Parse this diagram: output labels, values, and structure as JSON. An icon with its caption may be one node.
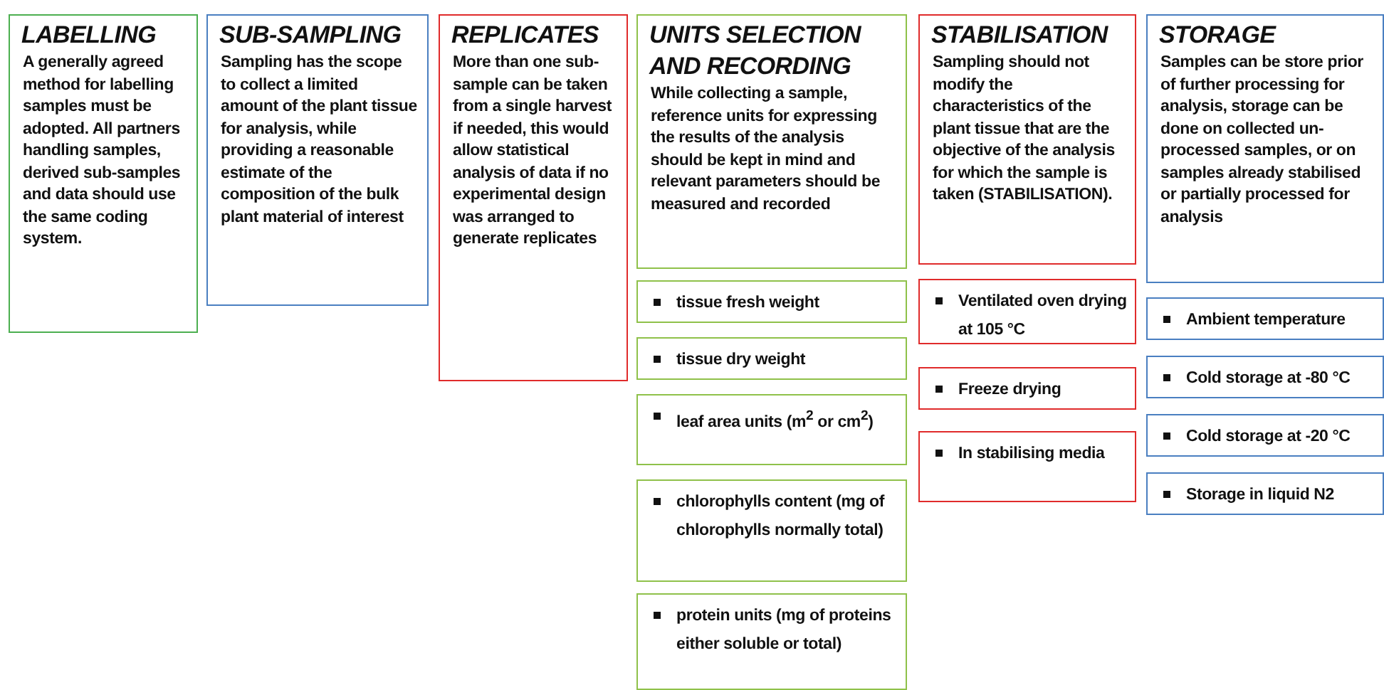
{
  "diagram": {
    "nodes": [
      {
        "text": [
          "LABELLING",
          "A generally agreed method for labelling samples must be adopted. All partners handling samples, derived sub-samples and data should use the same coding system."
        ]
      },
      {
        "text": [
          "SUB-SAMPLING",
          "Sampling has the scope to collect a limited amount of the plant tissue for analysis, while providing a reasonable estimate of the composition of the bulk plant material of interest"
        ]
      },
      {
        "text": [
          "REPLICATES",
          "More than one sub-sample can be taken from a single harvest if needed, this would allow statistical analysis of data if no experimental design was arranged to generate replicates"
        ]
      },
      {
        "text": [
          "UNITS SELECTION AND RECORDING",
          "While collecting a sample, reference units for expressing the results of the analysis should be kept in mind and relevant parameters should be measured and recorded"
        ]
      },
      {
        "text": [
          "STABILISATION",
          "Sampling should not modify the characteristics of the plant tissue that are the objective of the analysis for which the sample is taken (STABILISATION)."
        ]
      },
      {
        "text": [
          "STORAGE",
          "Samples can be store prior of further processing for analysis, storage can be done on collected un-processed samples, or on samples already stabilised or partially processed for analysis"
        ]
      },
      {
        "text": [
          "tissue fresh weight"
        ]
      },
      {
        "text": [
          "tissue dry weight"
        ]
      },
      {
        "text": [
          "leaf area units (m$^{2}$ or cm$^{2}$)"
        ]
      },
      {
        "text": [
          "chlorophylls content (mg of chlorophylls normally total)"
        ]
      },
      {
        "text": [
          "protein units (mg of proteins either soluble or total)"
        ]
      },
      {
        "text": [
          "Ventilated oven drying at 105 °C"
        ]
      },
      {
        "text": [
          "Freeze drying"
        ]
      },
      {
        "text": [
          "In stabilising media"
        ]
      },
      {
        "text": [
          "Ambient temperature"
        ]
      },
      {
        "text": [
          "Cold storage at -80 °C"
        ]
      },
      {
        "text": [
          "Cold storage at -20 °C"
        ]
      },
      {
        "text": [
          "Storage in liquid N2"
        ]
      }
    ]
  }
}
